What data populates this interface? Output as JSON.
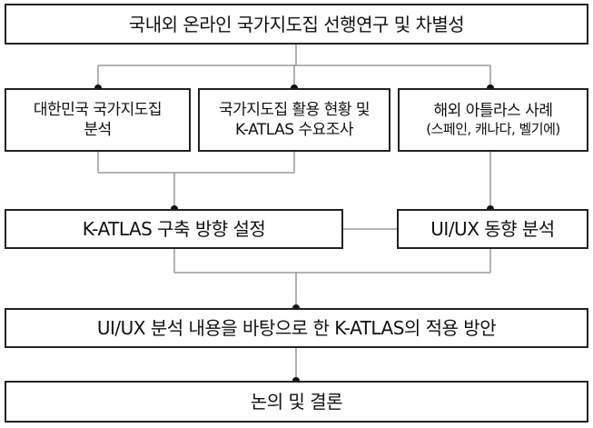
{
  "boxes": {
    "top": "국내외 온라인 국가지도집 선행연구 및 차별성",
    "korea": [
      "대한민국 국가지도집",
      "분석"
    ],
    "usage": [
      "국가지도집 활용 현황 및",
      "K-ATLAS 수요조사"
    ],
    "overseas": [
      "해외 아틀라스 사례",
      "(스페인, 캐나다, 벨기에)"
    ],
    "direction": "K-ATLAS 구축 방향 설정",
    "uiux": "UI/UX 동향 분석",
    "apply": "UI/UX 분석 내용을 바탕으로 한 K-ATLAS의 적용 방안",
    "conclude": "논의 및 결론"
  },
  "colors": {
    "border": "#222222",
    "line": "#888888",
    "dot": "#111111"
  }
}
